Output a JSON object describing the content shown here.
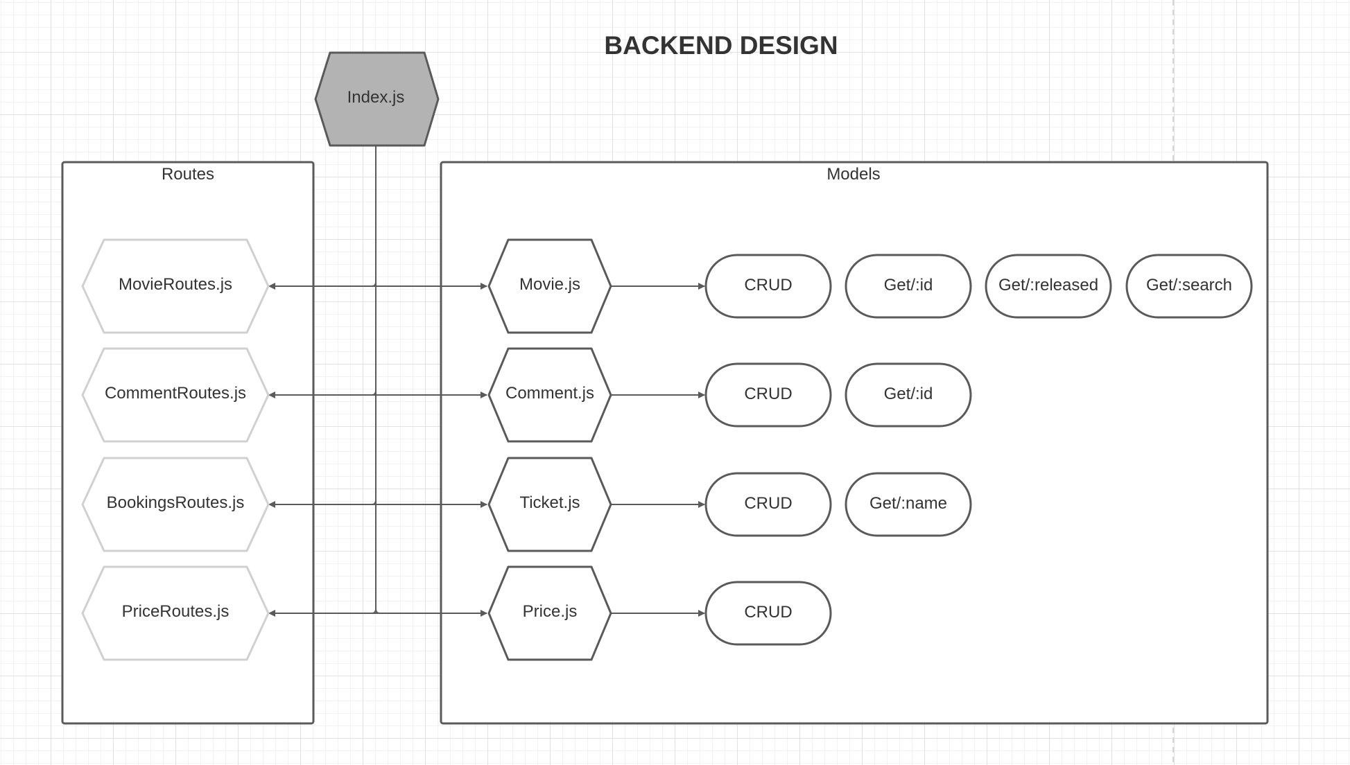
{
  "title": "BACKEND DESIGN",
  "entry": {
    "label": "Index.js"
  },
  "containers": {
    "routes": {
      "label": "Routes"
    },
    "models": {
      "label": "Models"
    }
  },
  "routes": [
    {
      "label": "MovieRoutes.js"
    },
    {
      "label": "CommentRoutes.js"
    },
    {
      "label": "BookingsRoutes.js"
    },
    {
      "label": "PriceRoutes.js"
    }
  ],
  "models": [
    {
      "label": "Movie.js",
      "operations": [
        "CRUD",
        "Get/:id",
        "Get/:released",
        "Get/:search"
      ]
    },
    {
      "label": "Comment.js",
      "operations": [
        "CRUD",
        "Get/:id"
      ]
    },
    {
      "label": "Ticket.js",
      "operations": [
        "CRUD",
        "Get/:name"
      ]
    },
    {
      "label": "Price.js",
      "operations": [
        "CRUD"
      ]
    }
  ],
  "colors": {
    "stroke": "#5a5a5a",
    "routeStroke": "#d0d0d0",
    "entryFill": "#b3b3b3",
    "text": "#333333"
  }
}
